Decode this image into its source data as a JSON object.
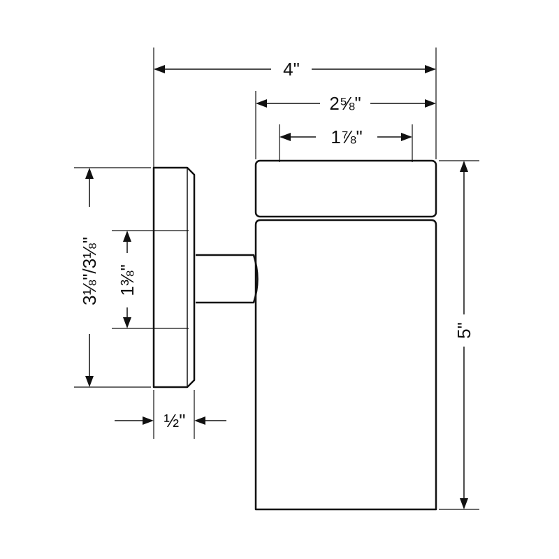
{
  "diagram": {
    "colors": {
      "line": "#111111",
      "background": "#ffffff"
    },
    "dimensions": {
      "overall_depth": "4\"",
      "head_width": "2⅝\"",
      "shade_opening": "1⅞\"",
      "height": "5\"",
      "canopy_height": "3⅛\"/3⅛\"",
      "arm_height": "1⅜\"",
      "canopy_depth": "½\""
    }
  }
}
